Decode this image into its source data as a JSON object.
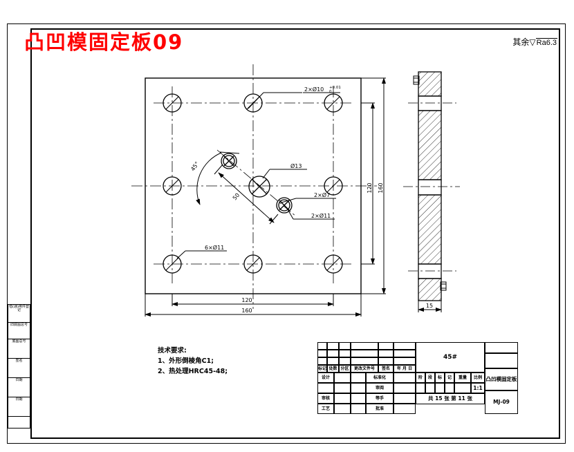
{
  "sheet": {
    "red_title": "凸凹模固定板09",
    "surface_note_label": "其余",
    "surface_note_symbol": "▽",
    "surface_note_value": "Ra6.3"
  },
  "left_margin": {
    "items": [
      "借(通)用件登记",
      "旧底图总号",
      "底图总号",
      "签名",
      "日期",
      "日期"
    ]
  },
  "tech_req": {
    "heading": "技术要求:",
    "line1": "1、外形倒棱角C1;",
    "line2": "2、热处理HRC45-48;"
  },
  "title_block": {
    "rev_headers": [
      "标记",
      "处数",
      "分区",
      "更改文件号",
      "签名",
      "年  月  日"
    ],
    "role_design": "设计",
    "role_standard": "标准化",
    "role_stage_blank": "审阅",
    "role_check": "审核",
    "role_check2": "等手",
    "role_process": "工艺",
    "role_approve": "批准",
    "material": "45#",
    "stage_headers": [
      "阶",
      "段",
      "标",
      "记",
      "重量",
      "比例"
    ],
    "scale": "1:1",
    "sheet_count": "共 15 张   第 11 张",
    "part_name": "凸凹模固定板",
    "drawing_no": "MJ-09"
  },
  "drawing": {
    "front_view": {
      "outer_width": "160",
      "inner_width": "120",
      "outer_height": "160",
      "inner_height": "120",
      "label_2x_d10": "2×Ø10",
      "label_2x_d10_tol_up": "+0.01",
      "label_2x_d10_tol_dn": "0",
      "label_d13": "Ø13",
      "label_2x_d7": "2×Ø7",
      "label_2x_d11": "2×Ø11",
      "label_6x_d11": "6×Ø11",
      "label_angle": "45°",
      "label_diag_dim": "50"
    },
    "side_view": {
      "thickness": "15"
    },
    "colors": {
      "line": "#000000",
      "title_red": "#ff0000"
    }
  }
}
